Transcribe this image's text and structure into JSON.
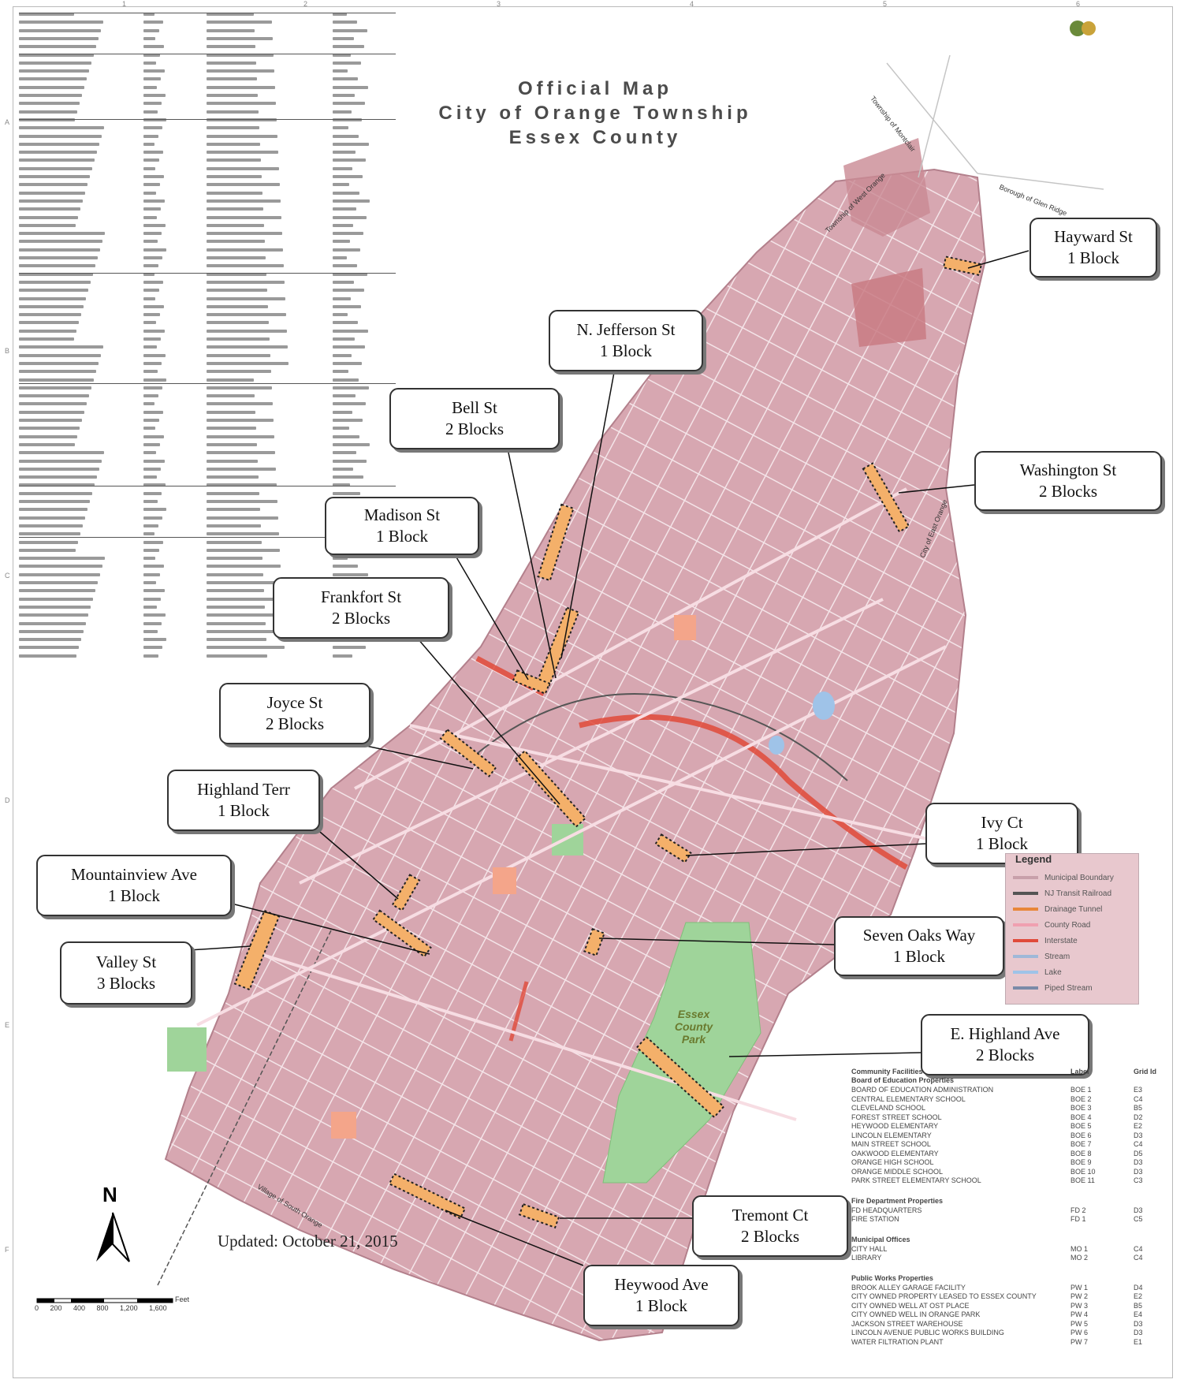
{
  "map": {
    "title_lines": [
      "Official Map",
      "City of Orange Township",
      "Essex County"
    ],
    "updated": "Updated: October 21, 2015",
    "north": "N",
    "scale": {
      "unit": "Feet",
      "ticks": [
        "0",
        "200",
        "400",
        "800",
        "1,200",
        "1,600"
      ]
    },
    "park_label": "Essex County Park",
    "legend": {
      "title": "Legend",
      "items": [
        {
          "label": "Municipal Boundary",
          "color": "#c8a0aa"
        },
        {
          "label": "NJ Transit Railroad",
          "color": "#555555"
        },
        {
          "label": "Drainage Tunnel",
          "color": "#e8873a"
        },
        {
          "label": "County Road",
          "color": "#f0a0b0"
        },
        {
          "label": "Interstate",
          "color": "#e04a3a"
        },
        {
          "label": "Stream",
          "color": "#9fb8d8"
        },
        {
          "label": "Lake",
          "color": "#9fc3e8"
        },
        {
          "label": "Piped Stream",
          "color": "#7a8aa8"
        }
      ]
    },
    "boundary_labels": [
      "Township of Montclair",
      "Borough of Glen Ridge",
      "Township of West Orange",
      "City of East Orange",
      "Village of South Orange"
    ],
    "colors": {
      "city_fill": "#d9a9b3",
      "cemetery": "#c97b84",
      "park": "#9fd49a",
      "highlight": "#f4b06a"
    }
  },
  "callouts": [
    {
      "id": "hayward",
      "street": "Hayward St",
      "blocks": "1 Block"
    },
    {
      "id": "n-jefferson",
      "street": "N. Jefferson St",
      "blocks": "1 Block"
    },
    {
      "id": "bell",
      "street": "Bell St",
      "blocks": "2 Blocks"
    },
    {
      "id": "washington",
      "street": "Washington St",
      "blocks": "2 Blocks"
    },
    {
      "id": "madison",
      "street": "Madison St",
      "blocks": "1 Block"
    },
    {
      "id": "frankfort",
      "street": "Frankfort St",
      "blocks": "2 Blocks"
    },
    {
      "id": "joyce",
      "street": "Joyce St",
      "blocks": "2 Blocks"
    },
    {
      "id": "highland-terr",
      "street": "Highland Terr",
      "blocks": "1 Block"
    },
    {
      "id": "ivy",
      "street": "Ivy Ct",
      "blocks": "1 Block"
    },
    {
      "id": "mountainview",
      "street": "Mountainview Ave",
      "blocks": "1 Block"
    },
    {
      "id": "seven-oaks",
      "street": "Seven Oaks Way",
      "blocks": "1 Block"
    },
    {
      "id": "valley",
      "street": "Valley St",
      "blocks": "3 Blocks"
    },
    {
      "id": "e-highland",
      "street": "E. Highland Ave",
      "blocks": "2 Blocks"
    },
    {
      "id": "tremont",
      "street": "Tremont Ct",
      "blocks": "2 Blocks"
    },
    {
      "id": "heywood",
      "street": "Heywood Ave",
      "blocks": "1 Block"
    }
  ],
  "facilities": {
    "heading": "Community Facilities",
    "sections": [
      {
        "title": "Board of Education Properties",
        "rows": [
          {
            "name": "BOARD OF EDUCATION ADMINISTRATION",
            "label": "BOE 1",
            "grid": "E3"
          },
          {
            "name": "CENTRAL ELEMENTARY SCHOOL",
            "label": "BOE 2",
            "grid": "C4"
          },
          {
            "name": "CLEVELAND SCHOOL",
            "label": "BOE 3",
            "grid": "B5"
          },
          {
            "name": "FOREST STREET SCHOOL",
            "label": "BOE 4",
            "grid": "D2"
          },
          {
            "name": "HEYWOOD ELEMENTARY",
            "label": "BOE 5",
            "grid": "E2"
          },
          {
            "name": "LINCOLN ELEMENTARY",
            "label": "BOE 6",
            "grid": "D3"
          },
          {
            "name": "MAIN STREET SCHOOL",
            "label": "BOE 7",
            "grid": "C4"
          },
          {
            "name": "OAKWOOD ELEMENTARY",
            "label": "BOE 8",
            "grid": "D5"
          },
          {
            "name": "ORANGE HIGH SCHOOL",
            "label": "BOE 9",
            "grid": "D3"
          },
          {
            "name": "ORANGE MIDDLE SCHOOL",
            "label": "BOE 10",
            "grid": "D3"
          },
          {
            "name": "PARK STREET ELEMENTARY SCHOOL",
            "label": "BOE 11",
            "grid": "C3"
          }
        ]
      },
      {
        "title": "Fire Department Properties",
        "rows": [
          {
            "name": "FD HEADQUARTERS",
            "label": "FD 2",
            "grid": "D3"
          },
          {
            "name": "FIRE STATION",
            "label": "FD 1",
            "grid": "C5"
          }
        ]
      },
      {
        "title": "Municipal Offices",
        "rows": [
          {
            "name": "CITY HALL",
            "label": "MO 1",
            "grid": "C4"
          },
          {
            "name": "LIBRARY",
            "label": "MO 2",
            "grid": "C4"
          }
        ]
      },
      {
        "title": "Public Works Properties",
        "rows": [
          {
            "name": "BROOK ALLEY GARAGE FACILITY",
            "label": "PW 1",
            "grid": "D4"
          },
          {
            "name": "CITY OWNED PROPERTY LEASED TO ESSEX COUNTY",
            "label": "PW 2",
            "grid": "E2"
          },
          {
            "name": "CITY OWNED WELL AT OST PLACE",
            "label": "PW 3",
            "grid": "B5"
          },
          {
            "name": "CITY OWNED WELL IN ORANGE PARK",
            "label": "PW 4",
            "grid": "E4"
          },
          {
            "name": "JACKSON STREET WAREHOUSE",
            "label": "PW 5",
            "grid": "D3"
          },
          {
            "name": "LINCOLN AVENUE PUBLIC WORKS BUILDING",
            "label": "PW 6",
            "grid": "D3"
          },
          {
            "name": "WATER FILTRATION PLANT",
            "label": "PW 7",
            "grid": "E1"
          }
        ]
      }
    ],
    "col_label": "Label",
    "col_grid": "Grid Id"
  },
  "grid": {
    "columns": [
      "1",
      "2",
      "3",
      "4",
      "5",
      "6"
    ],
    "rows": [
      "A",
      "B",
      "C",
      "D",
      "E",
      "F"
    ]
  }
}
